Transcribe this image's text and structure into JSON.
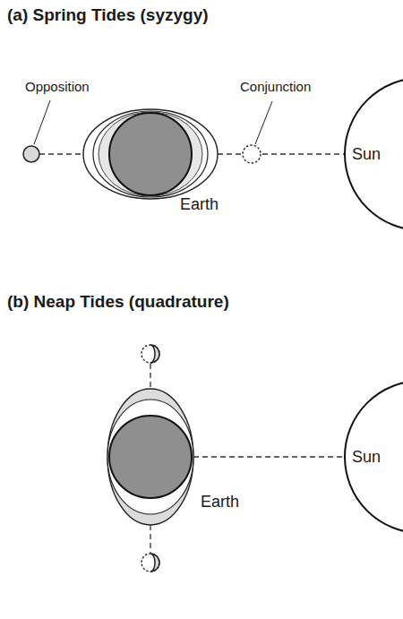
{
  "diagram": {
    "nodes": [
      {
        "text": [
          "Earth"
        ]
      },
      {
        "text": [
          "Sun"
        ]
      },
      {
        "text": [
          "Earth"
        ]
      },
      {
        "text": [
          "Sun"
        ]
      }
    ],
    "edges": [
      {
        "from": 0,
        "to": 1,
        "arrow": "none"
      },
      {
        "from": 2,
        "to": 3,
        "arrow": "none"
      }
    ],
    "labels": [
      "(a) Spring Tides (syzygy)",
      "Opposition",
      "Conjunction",
      "(b) Neap Tides (quadrature)"
    ]
  }
}
